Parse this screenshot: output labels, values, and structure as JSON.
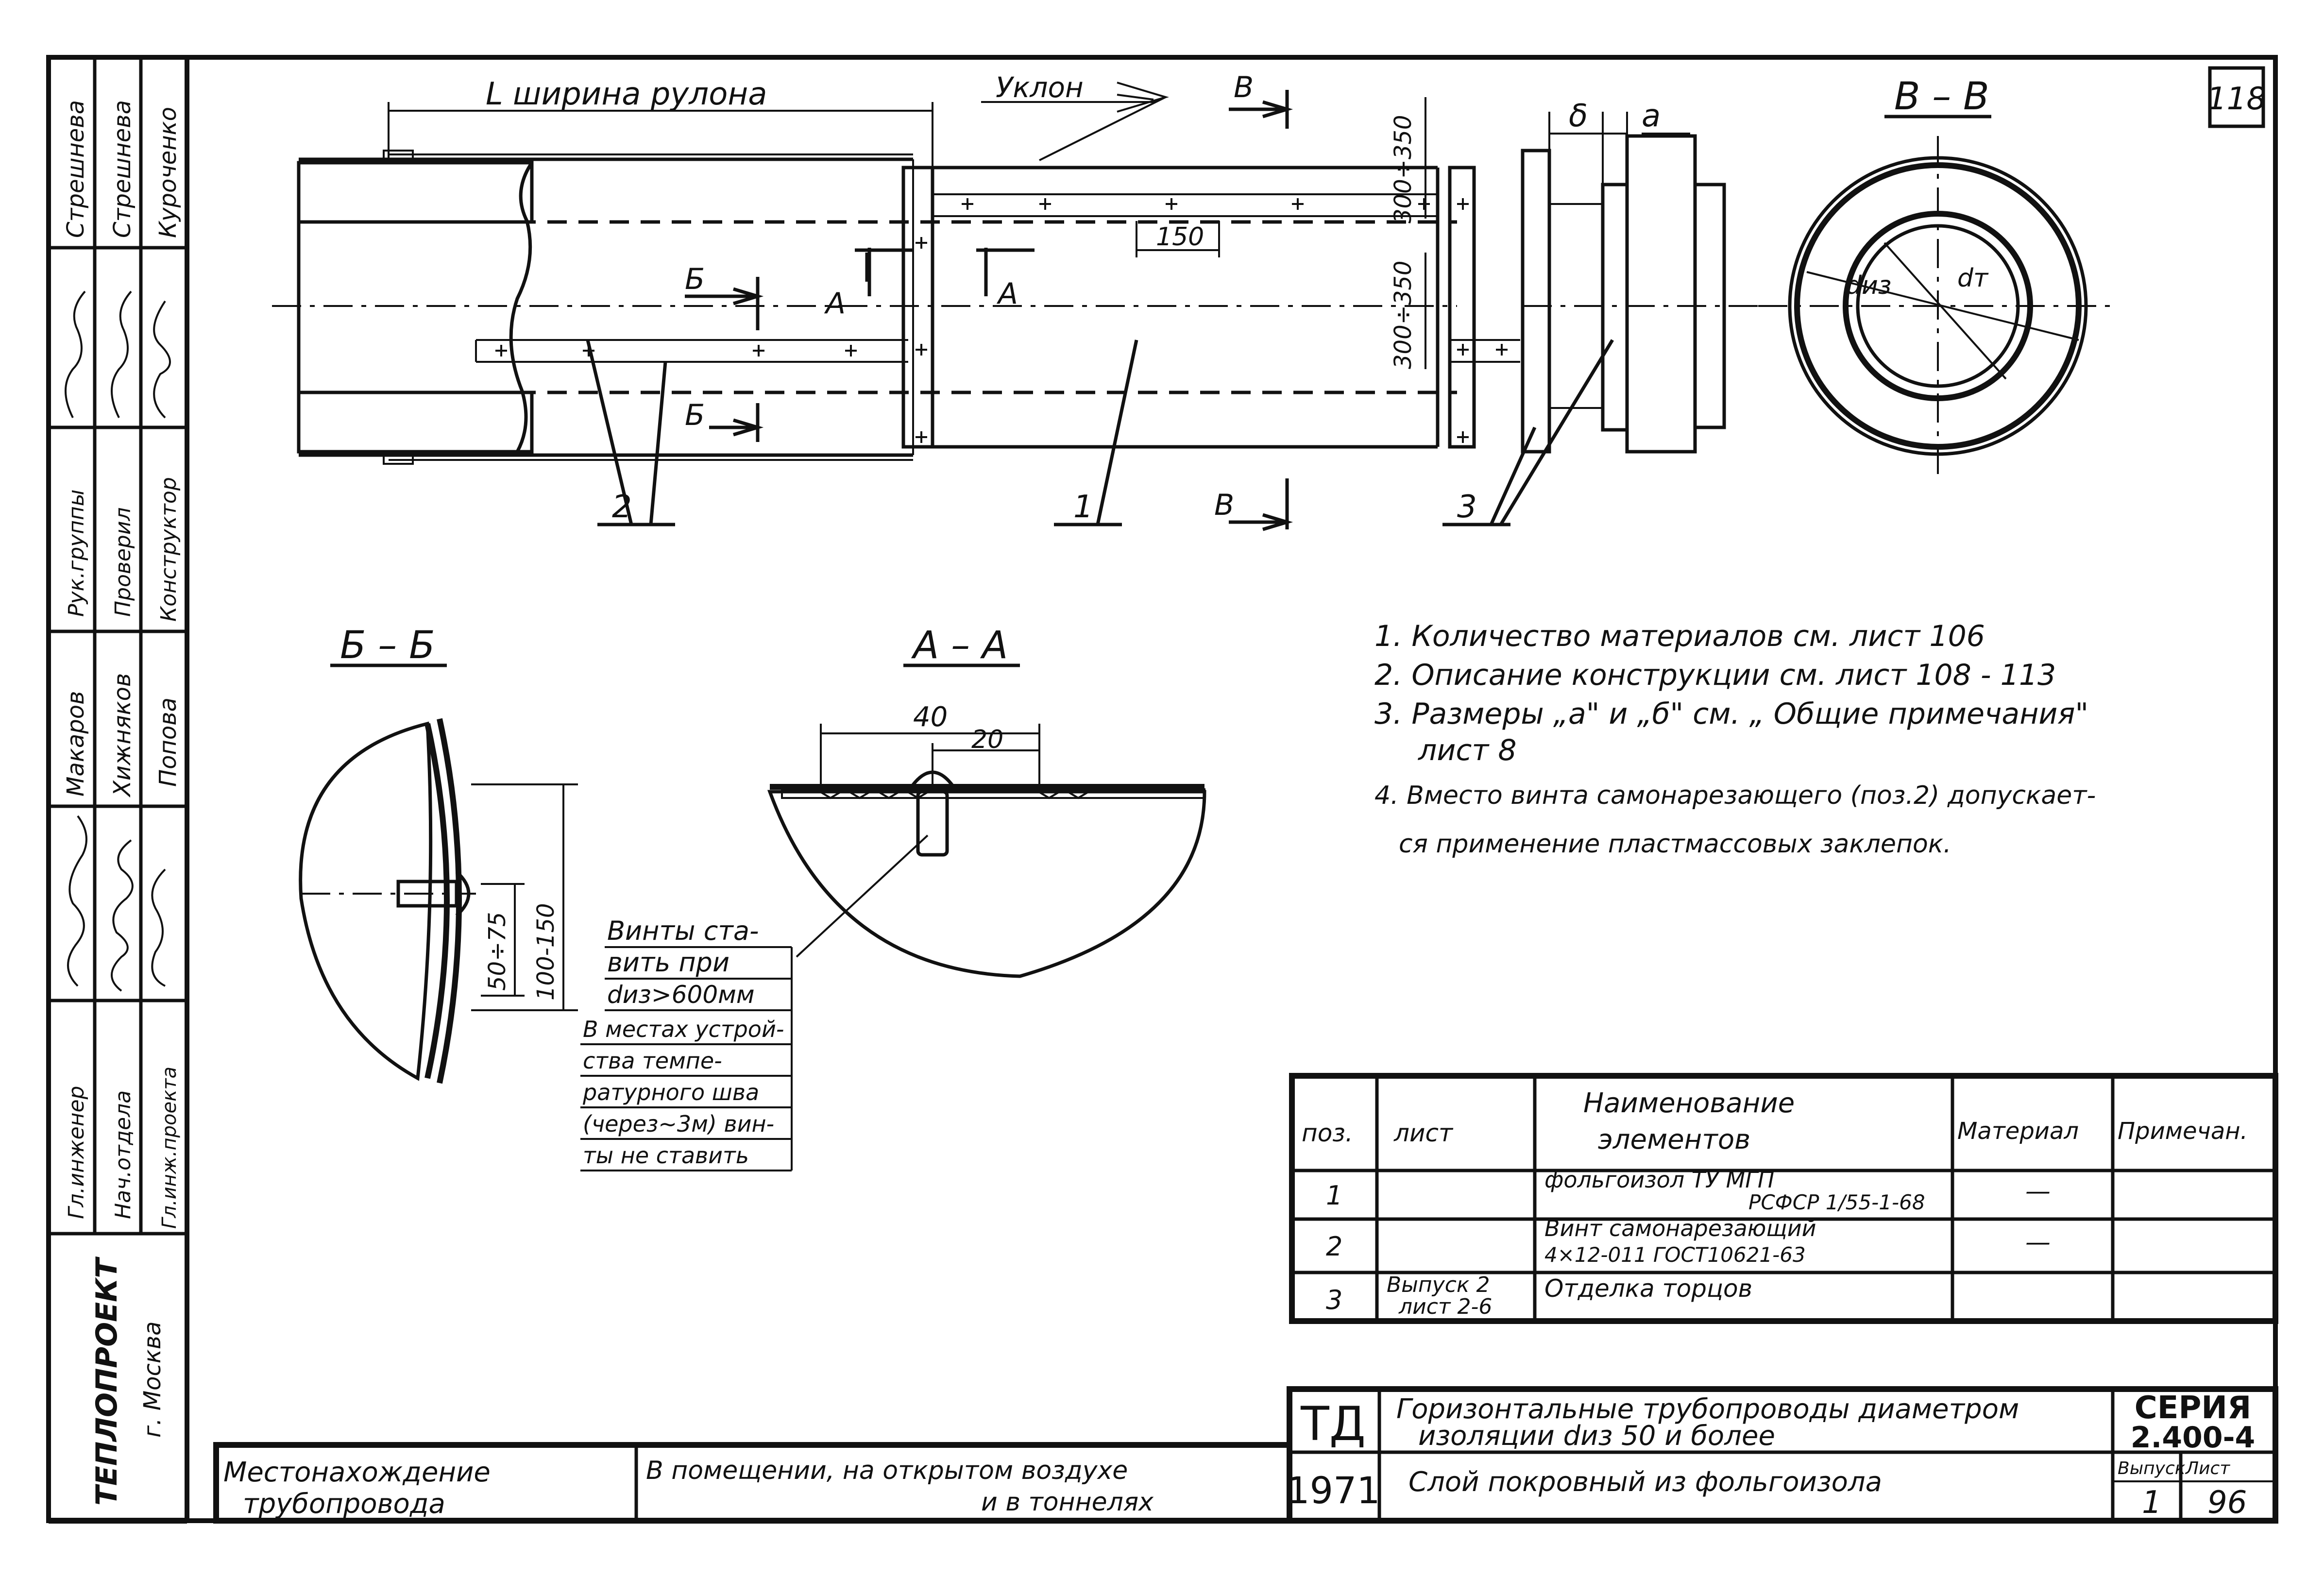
{
  "sheet_number": "118",
  "stamp_side": {
    "roles": [
      "Гл.инженер",
      "Нач.отдела",
      "Гл.инж.проекта",
      "Рук.группы",
      "Проверил",
      "Конструктор"
    ],
    "names": [
      "Макаров",
      "Хижняков",
      "Попова",
      "Стрешнева",
      "Стрешнева",
      "Куроченко"
    ],
    "organization": "ТЕПЛОПРОЕКТ",
    "city": "г. Москва"
  },
  "labels": {
    "width_dim": "L ширина рулона",
    "slope": "Уклон",
    "section_v": "В",
    "section_b": "Б",
    "section_a": "А",
    "delta": "δ",
    "a": "а",
    "dim_150": "150",
    "dim_300_350_top": "300÷350",
    "dim_300_350_bottom": "300÷350",
    "pos1": "1",
    "pos2": "2",
    "pos3": "3",
    "d_iz": "dиз",
    "d_t": "dт"
  },
  "sections": {
    "vv_title": "В – В",
    "bb_title": "Б – Б",
    "aa_title": "А – А",
    "dim_40": "40",
    "dim_20": "20",
    "dim_50_75": "50÷75",
    "dim_100_150": "100-150"
  },
  "screw_note": [
    "Винты ста-",
    "вить при",
    "dиз>600мм",
    "В местах устрой-",
    "ства темпе-",
    "ратурного шва",
    "(через~3м) вин-",
    "ты не ставить"
  ],
  "notes": [
    "1. Количество материалов см. лист 106",
    "2. Описание конструкции см. лист 108 - 113",
    "3. Размеры „а\" и „б\" см. „ Общие примечания\"",
    "лист 8",
    "4. Вместо винта самонарезающего (поз.2) допускает-",
    "ся применение пластмассовых заклепок."
  ],
  "spec_table": {
    "headers": [
      "поз.",
      "лист",
      "Наименование",
      "элементов",
      "Материал",
      "Примечан."
    ],
    "rows": [
      {
        "pos": "1",
        "sheet": "",
        "name1": "фольгоизол ТУ МГП",
        "name2": "РСФСР 1/55-1-68",
        "material": "—",
        "note": ""
      },
      {
        "pos": "2",
        "sheet": "",
        "name1": "Винт самонарезающий",
        "name2": "4×12-011 ГОСТ10621-63",
        "material": "—",
        "note": ""
      },
      {
        "pos": "3",
        "sheet1": "Выпуск 2",
        "sheet2": "лист 2-6",
        "name1": "Отделка торцов",
        "name2": "",
        "material": "",
        "note": ""
      }
    ]
  },
  "location": {
    "label1": "Местонахождение",
    "label2": "трубопровода",
    "value1": "В помещении, на открытом воздухе",
    "value2": "и в тоннелях"
  },
  "title_block": {
    "td": "ТД",
    "year": "1971",
    "title1": "Горизонтальные трубопроводы диаметром",
    "title2": "изоляции dиз 50 и более",
    "subtitle": "Слой покровный из фольгоизола",
    "series_label": "СЕРИЯ",
    "series": "2.400-4",
    "issue_label": "Выпуск",
    "issue": "1",
    "sheet_label": "Лист",
    "sheet": "96"
  }
}
